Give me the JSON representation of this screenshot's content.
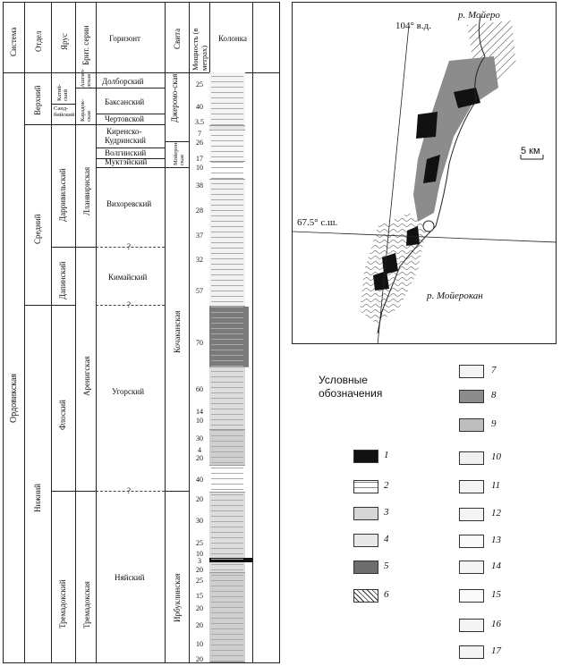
{
  "headers": {
    "system": "Система",
    "series": "Отдел",
    "stage": "Ярус",
    "brit": "Брит. серии",
    "horizon": "Горизонт",
    "suite": "Свита",
    "thickness": "Мощность (в метрах)",
    "column": "Колонка"
  },
  "system": "Ордовикская",
  "series": {
    "upper": "Верхний",
    "middle": "Средний",
    "lower": "Нижний"
  },
  "stages": {
    "katian": "Катий-ский",
    "sandbian": "Санд-бийский",
    "darriwilian": "Дарривильский",
    "dapingian": "Дапинский",
    "floian": "Флоский",
    "tremadocian": "Тремадокский"
  },
  "brit": {
    "ashgill": "Ашгил-лская",
    "caradoc": "Карадок-ская",
    "llanvirn": "Лланвирнская",
    "arenig": "Аренигская",
    "tremadoc": "Тремадокская"
  },
  "horizons": {
    "dolbor": "Долборский",
    "baksan": "Баксанский",
    "chertov": "Чертовской",
    "kirensk": "Киренско-",
    "kudrin": "Кудринский",
    "volgin": "Волгинский",
    "muktei": "Муктэйский",
    "vikhorev": "Вихоревский",
    "kimai": "Кимайский",
    "ugor": "Угорский",
    "nyai": "Няйский",
    "q": "?"
  },
  "suites": {
    "dzheromo": "Джеромо-ская",
    "moieron": "Мойерон-ская",
    "kochakan": "Кочаканская",
    "irbuklin": "Ирбуклинская"
  },
  "thickness": [
    "25",
    "40",
    "3.5",
    "7",
    "26",
    "17",
    "10",
    "38",
    "28",
    "37",
    "32",
    "57",
    "70",
    "60",
    "14",
    "10",
    "30",
    "4",
    "20",
    "40",
    "20",
    "30",
    "25",
    "10",
    "3",
    "20",
    "25",
    "15",
    "20",
    "20",
    "10",
    "20"
  ],
  "map": {
    "river1": "р. Мойеро",
    "river2": "р. Мойерокан",
    "lon": "104° в.д.",
    "lat": "67.5° с.ш.",
    "scale": "5 км"
  },
  "legend": {
    "title": "Условные обозначения",
    "nums": [
      "1",
      "2",
      "3",
      "4",
      "5",
      "6",
      "7",
      "8",
      "9",
      "10",
      "11",
      "12",
      "13",
      "14",
      "15",
      "16",
      "17"
    ]
  }
}
